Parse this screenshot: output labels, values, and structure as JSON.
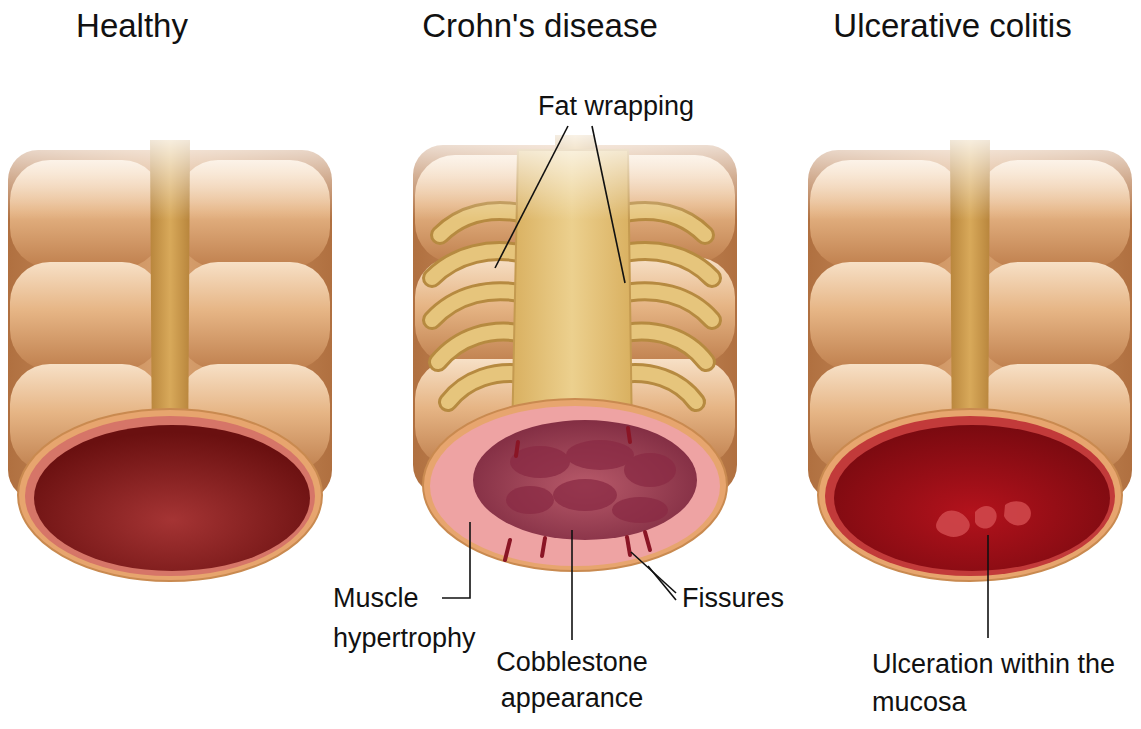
{
  "diagram": {
    "labels": [
      "Healthy",
      "Crohn's disease",
      "Ulcerative colitis",
      "Fat wrapping",
      "Muscle hypertrophy",
      "Cobblestone appearance",
      "Fissures",
      "Ulceration within the mucosa"
    ]
  }
}
